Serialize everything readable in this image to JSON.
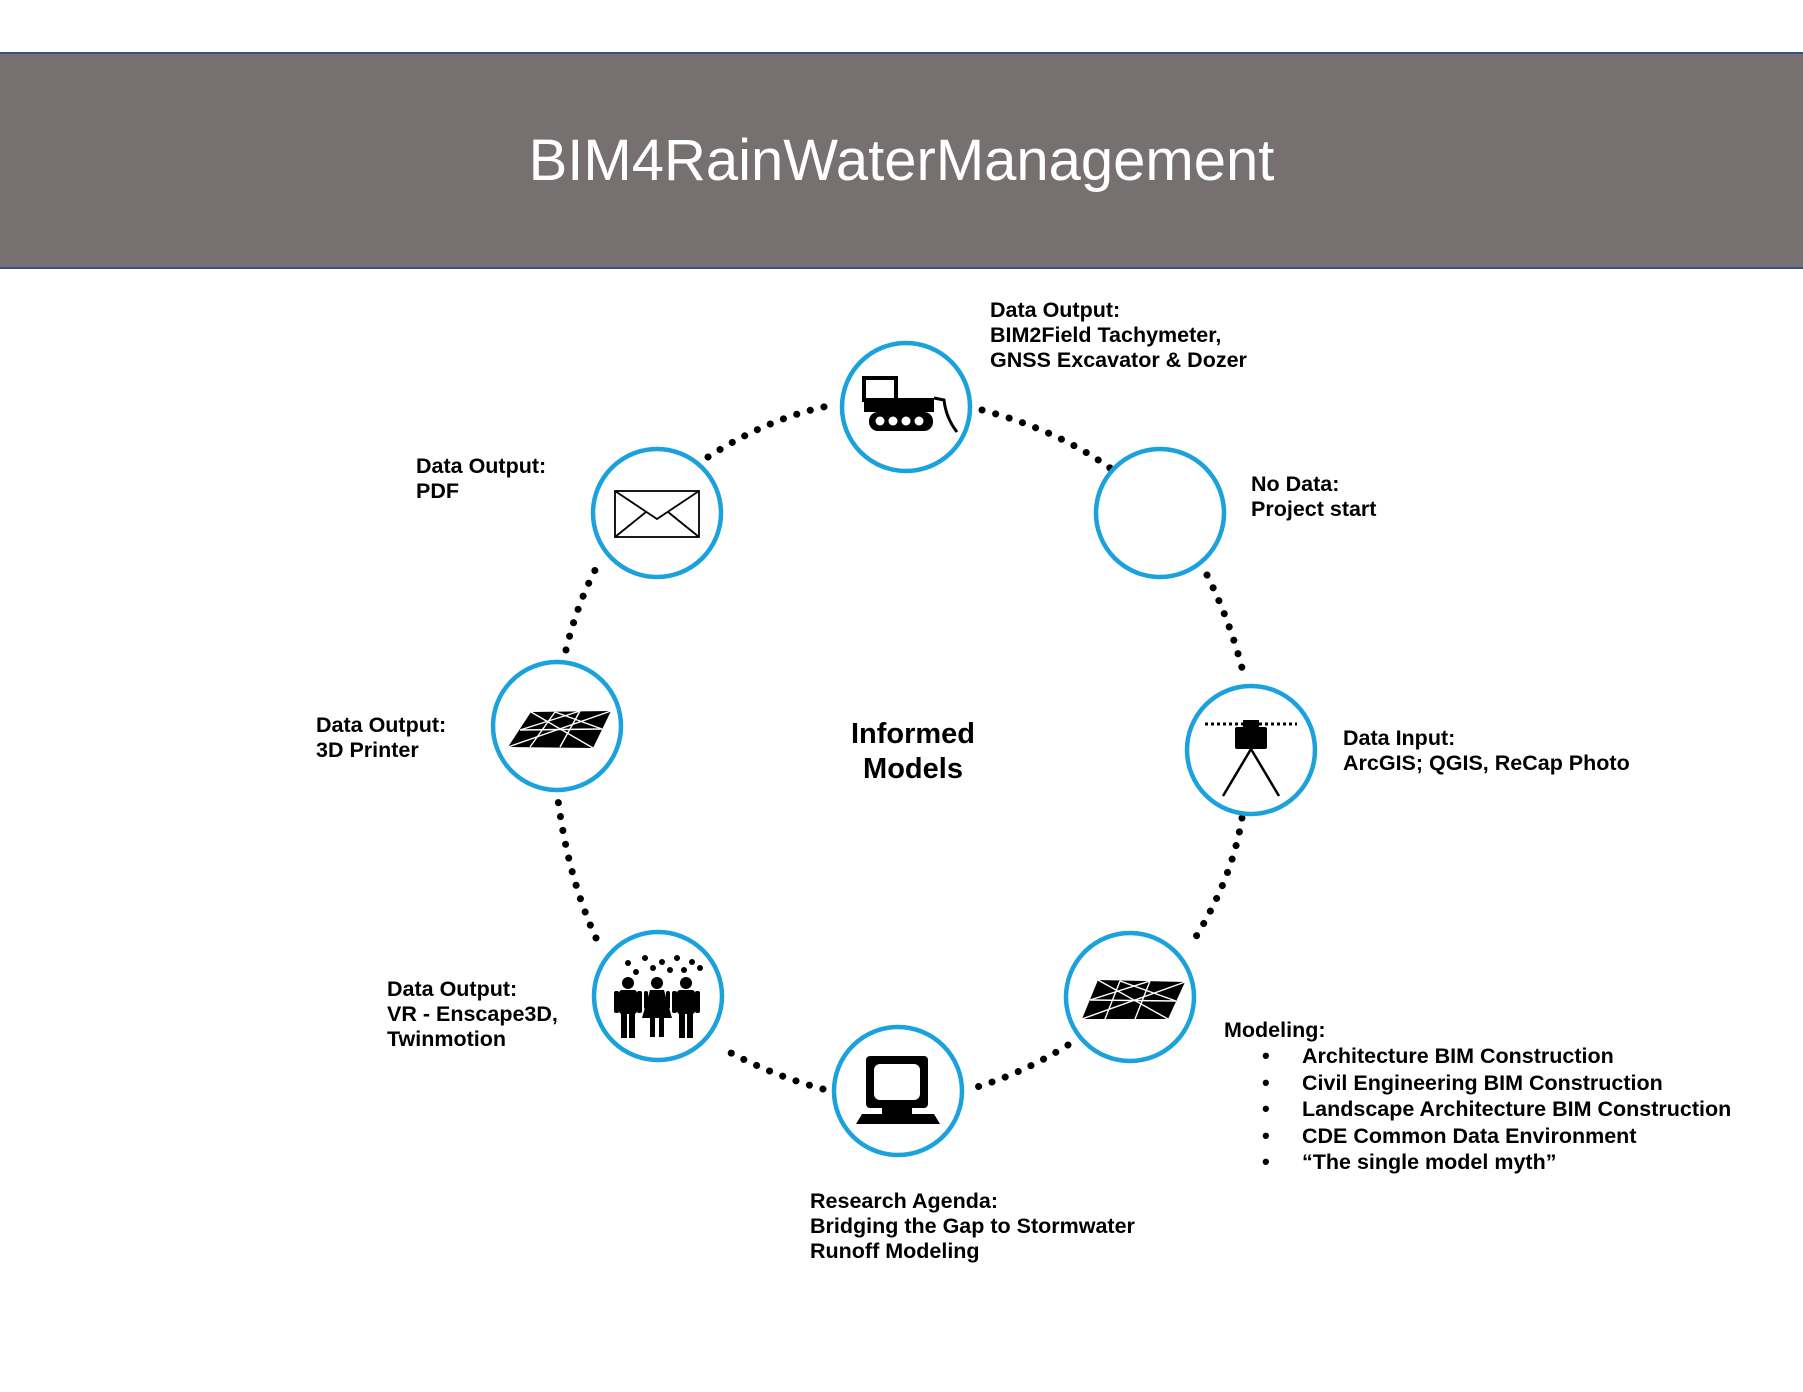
{
  "banner": {
    "title": "BIM4RainWaterManagement"
  },
  "center": {
    "line1": "Informed",
    "line2": "Models"
  },
  "nodes": {
    "excavator": {
      "icon": "excavator-dozer-icon",
      "label": [
        "Data Output:",
        "BIM2Field Tachymeter,",
        "GNSS Excavator & Dozer"
      ]
    },
    "project_start": {
      "icon": "empty-circle",
      "label": [
        "No Data:",
        "Project start"
      ]
    },
    "data_input": {
      "icon": "surveying-tripod-icon",
      "label": [
        "Data Input:",
        "ArcGIS; QGIS, ReCap Photo"
      ]
    },
    "modeling": {
      "icon": "terrain-mesh-icon",
      "title": "Modeling:",
      "items": [
        "Architecture BIM Construction",
        "Civil Engineering BIM Construction",
        "Landscape Architecture BIM Construction",
        "CDE Common Data Environment",
        "“The single model myth”"
      ]
    },
    "research": {
      "icon": "computer-monitor-icon",
      "label": [
        "Research Agenda:",
        "Bridging the Gap to Stormwater",
        "Runoff Modeling"
      ]
    },
    "vr": {
      "icon": "people-in-rain-icon",
      "label": [
        "Data Output:",
        "VR - Enscape3D,",
        "Twinmotion"
      ]
    },
    "printer": {
      "icon": "terrain-mesh-icon",
      "label": [
        "Data Output:",
        "3D Printer"
      ]
    },
    "pdf": {
      "icon": "envelope-icon",
      "label": [
        "Data Output:",
        "PDF"
      ]
    }
  },
  "colors": {
    "banner": "#767170",
    "banner_border": "#3a4f7a",
    "circle_stroke": "#1ba1dc",
    "dots": "#000000"
  }
}
